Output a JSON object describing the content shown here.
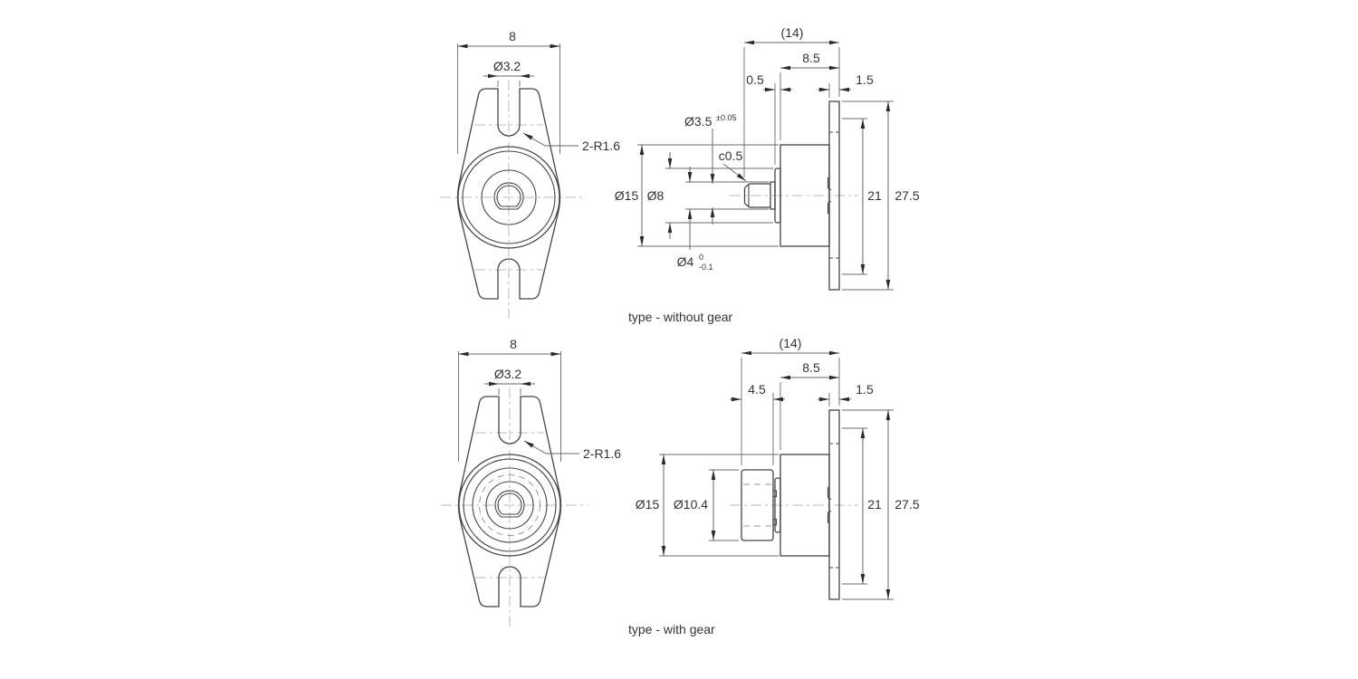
{
  "page": {
    "background": "#ffffff",
    "line_color": "#454545",
    "dim_color": "#666666",
    "centerline_color": "#bbbbbb",
    "text_color": "#333333"
  },
  "views": {
    "front_without_gear": {
      "dim_width": "8",
      "dim_slot": "Ø3.2",
      "dim_fork_radius": "2-R1.6"
    },
    "side_without_gear": {
      "dim_overall_length": "(14)",
      "dim_body_length": "8.5",
      "dim_boss_width": "0.5",
      "dim_flange_thickness": "1.5",
      "dim_shaft_dia": "Ø3.5",
      "dim_shaft_dia_tol": "±0.05",
      "dim_chamfer": "c0.5",
      "dim_body_dia": "Ø15",
      "dim_boss_dia": "Ø8",
      "dim_shaft_base_dia": "Ø4",
      "dim_shaft_base_tol_upper": "0",
      "dim_shaft_base_tol_lower": "-0.1",
      "dim_hole_pitch": "21",
      "dim_flange_height": "27.5",
      "caption": "type - without gear"
    },
    "front_with_gear": {
      "dim_width": "8",
      "dim_slot": "Ø3.2",
      "dim_fork_radius": "2-R1.6"
    },
    "side_with_gear": {
      "dim_overall_length": "(14)",
      "dim_body_length": "8.5",
      "dim_gear_width": "4.5",
      "dim_flange_thickness": "1.5",
      "dim_body_dia": "Ø15",
      "dim_gear_dia": "Ø10.4",
      "dim_hole_pitch": "21",
      "dim_flange_height": "27.5",
      "caption": "type - with gear"
    }
  }
}
